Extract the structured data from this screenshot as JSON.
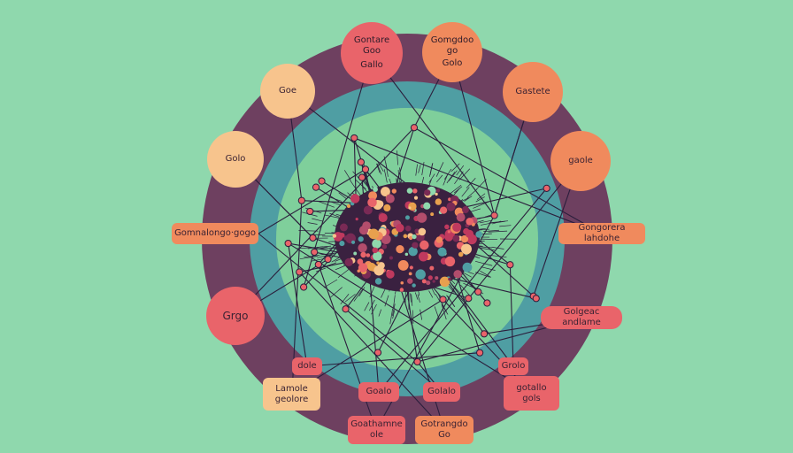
{
  "colors": {
    "background": "#8fd8ad",
    "outer_ring": "#6e4060",
    "middle_ring": "#4f9ea3",
    "inner_disc": "#7fcf9b",
    "lines": "#2b1e3c",
    "coral": "#e9646a",
    "orange": "#f08a5d",
    "peach": "#f7c48d"
  },
  "labels": {
    "top_left_circle": "Goe",
    "top_circle_a": "Gontare\nGoo",
    "top_circle_a_sub": "Gallo",
    "top_circle_b": "Gomgdoo\ngo",
    "top_circle_b_sub": "Golo",
    "right_top_circle": "Gastete",
    "left_upper_circle": "Golo",
    "right_upper_circle": "gaole",
    "left_pill": "Gomnalongo·gogo",
    "right_pill": "Gongorera lahdohe",
    "left_lower_circle": "Grgo",
    "right_lower_pill": "Golgeac andlame",
    "left_small_pill": "dole",
    "left_box": "Lamole\ngeolore",
    "center_pill_a": "Goalo",
    "center_pill_b": "Golalo",
    "right_small_pill": "Grolo",
    "right_box": "gotallo\ngols",
    "bottom_box_a": "Goathamne\nole",
    "bottom_box_b": "Gotrangdo\nGo"
  }
}
